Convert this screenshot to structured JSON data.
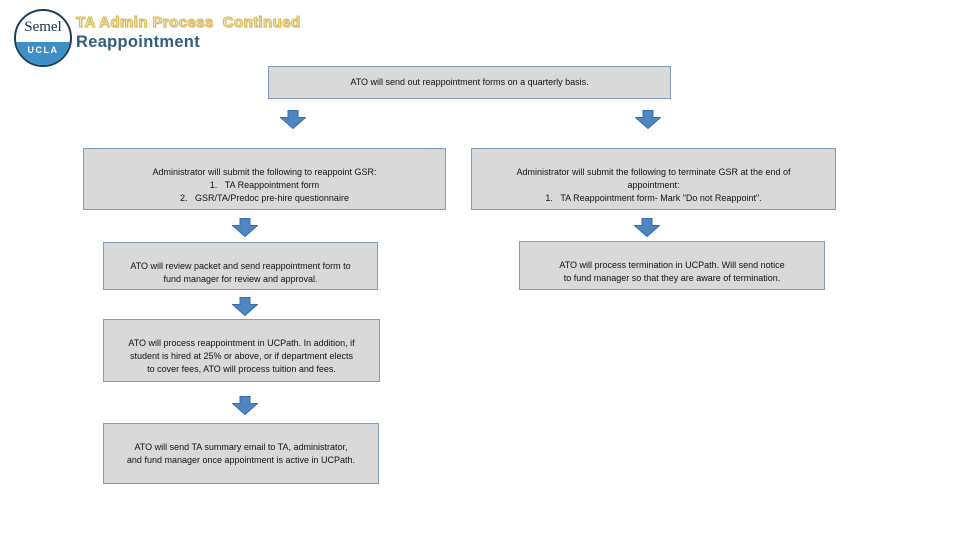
{
  "slide": {
    "logo": {
      "wordmark": "Semel",
      "campus": "UCLA"
    },
    "title": "TA Admin Process  Continued",
    "subtitle": "Reappointment"
  },
  "colors": {
    "box_fill": "#d9d9d9",
    "box_border": "#7f9db9",
    "arrow_fill": "#4e86c2",
    "arrow_border": "#3a6ea5",
    "title_gold": "#d9ba52",
    "subtitle_blue": "#2e5e7e",
    "logo_blue": "#3e8ec7",
    "logo_border": "#1f3e5a"
  },
  "icons": {
    "down_arrow": "block-down-arrow shape"
  },
  "flowchart": {
    "top_box": {
      "text": "ATO will send out reappointment forms on a quarterly basis."
    },
    "left_column": {
      "step1": {
        "text": "Administrator will submit the following to reappoint GSR:\n1.   TA Reappointment form\n2.   GSR/TA/Predoc pre-hire questionnaire"
      },
      "step2": {
        "text": "ATO will review packet and send reappointment form to\nfund manager for review and approval."
      },
      "step3": {
        "text": "ATO will process reappointment in UCPath. In addition, if\nstudent is hired at 25% or above, or if department elects\nto cover fees, ATO will process tuition and fees."
      },
      "step4": {
        "text": "ATO will send TA summary email to TA, administrator,\nand fund manager once appointment is active in UCPath."
      }
    },
    "right_column": {
      "step1": {
        "text": "Administrator will submit the following to terminate GSR at the end of\nappointment:\n1.   TA Reappointment form- Mark \"Do not Reappoint\"."
      },
      "step2": {
        "text": "ATO will process termination in UCPath. Will send notice\nto fund manager so that they are aware of termination."
      }
    }
  }
}
